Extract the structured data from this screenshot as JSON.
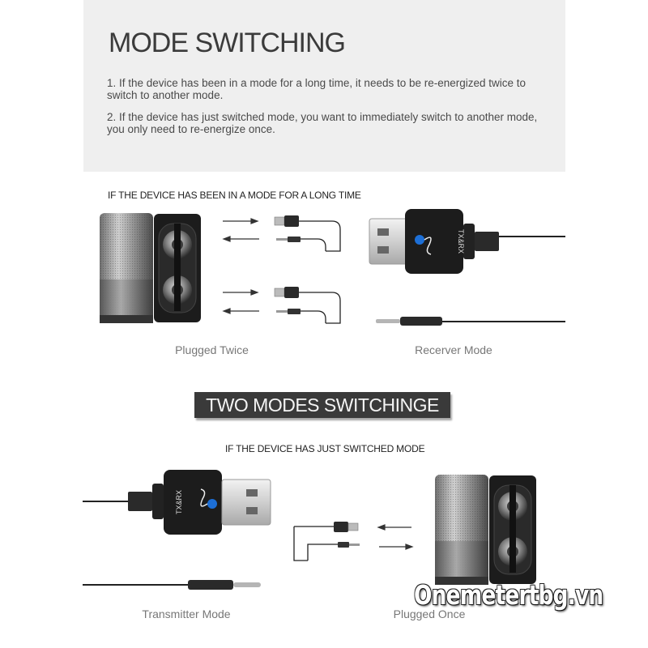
{
  "header": {
    "title": "MODE SWITCHING",
    "notes": [
      "1. If the device has been in a mode for a long time, it needs to be re-energized twice to switch to another mode.",
      "2. If the device has just switched mode, you want to immediately switch to another mode, you only need to re-energize once."
    ]
  },
  "section_one": {
    "heading": "IF THE DEVICE HAS BEEN IN A MODE FOR A LONG TIME",
    "left_caption": "Plugged Twice",
    "right_caption": "Recerver Mode",
    "dongle_label": "TX&RX"
  },
  "banner": {
    "label": "TWO MODES SWITCHINGE"
  },
  "section_two": {
    "heading": "IF THE DEVICE HAS JUST SWITCHED MODE",
    "left_caption": "Transmitter Mode",
    "right_caption": "Plugged Once",
    "dongle_label": "TX&RX"
  },
  "watermark": {
    "text": "Onemetertbg.vn"
  },
  "colors": {
    "panel": "#efefef",
    "banner": "#3a3a3a",
    "device": "#1c1c1c"
  },
  "icons": [
    "speaker-icon",
    "usb-plug-icon",
    "audio-jack-icon",
    "arrow-right-icon",
    "arrow-left-icon",
    "music-note-icon"
  ]
}
